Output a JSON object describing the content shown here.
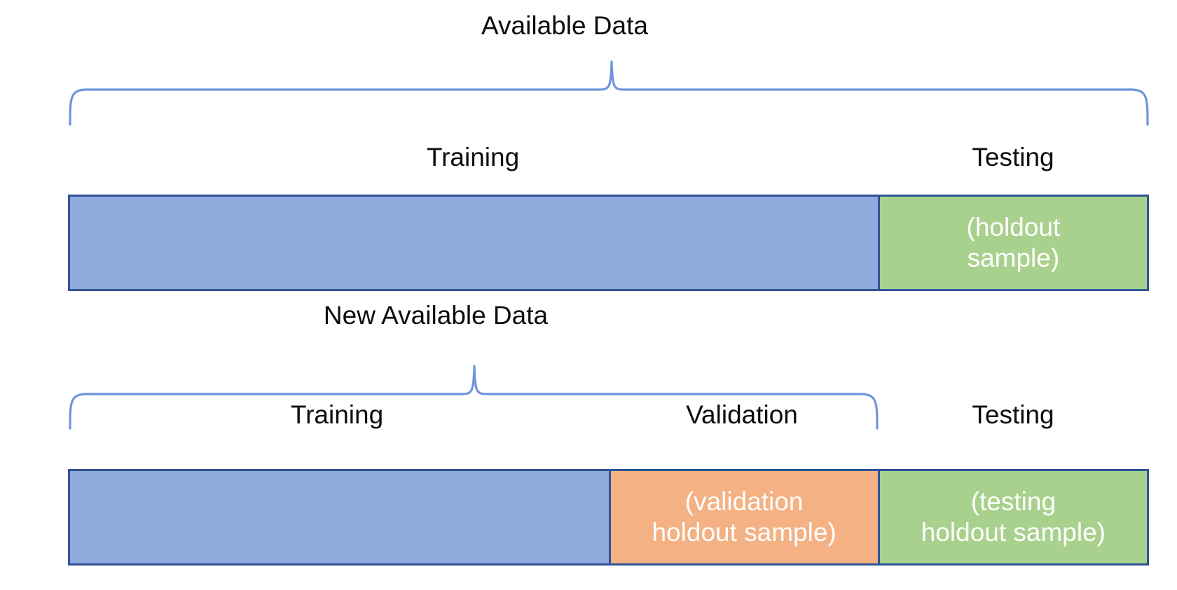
{
  "diagram": {
    "title_visible": false,
    "colors": {
      "training_fill": "#8FAADC",
      "validation_fill": "#F4B183",
      "testing_fill": "#A9D18E",
      "border": "#2E5496",
      "brace": "#6F95DE",
      "label_text": "#0D0D0D",
      "segment_text": "#FFFFFF"
    }
  },
  "row1": {
    "brace_label": "Available Data",
    "headers": {
      "training": "Training",
      "testing": "Testing"
    },
    "segments": [
      {
        "key": "training",
        "label": "Training",
        "inner_text": "",
        "fill": "#8FAADC",
        "width_pct": 75.0
      },
      {
        "key": "testing",
        "label": "Testing",
        "inner_text": "(holdout\nsample)",
        "fill": "#A9D18E",
        "width_pct": 25.0
      }
    ]
  },
  "row2": {
    "brace_label": "New Available Data",
    "headers": {
      "training": "Training",
      "validation": "Validation",
      "testing": "Testing"
    },
    "segments": [
      {
        "key": "training",
        "label": "Training",
        "inner_text": "",
        "fill": "#8FAADC",
        "width_pct": 50.0
      },
      {
        "key": "validation",
        "label": "Validation",
        "inner_text": "(validation\nholdout sample)",
        "fill": "#F4B183",
        "width_pct": 25.0
      },
      {
        "key": "testing",
        "label": "Testing",
        "inner_text": "(testing\nholdout sample)",
        "fill": "#A9D18E",
        "width_pct": 25.0
      }
    ]
  }
}
